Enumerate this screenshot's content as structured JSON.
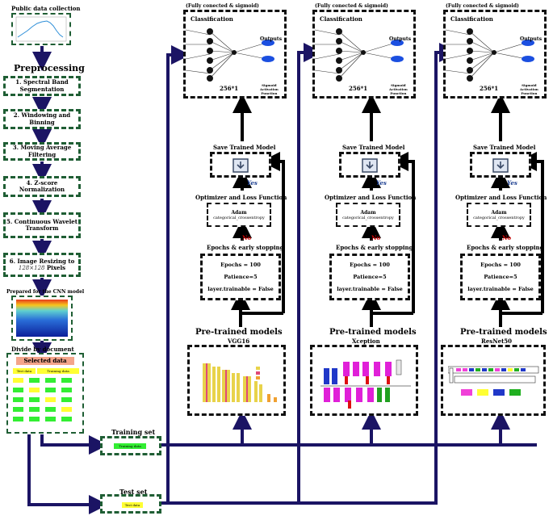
{
  "left": {
    "data_collection": "Public data collection",
    "preprocessing": "Preprocessing",
    "steps": [
      "1. Spectral Band Segmentation",
      "2. Windowing and Binning",
      "3. Moving Average Filtering",
      "4. Z-score Normalization",
      "5. Continuous Wavelet Transform",
      "6. Image Resizing to",
      "128×128",
      "Pixels"
    ],
    "prepared": "Prepared for the CNN model",
    "divide": "Divide by document",
    "selected": "Selected data",
    "test_col": "Test data",
    "train_col": "Training data"
  },
  "sets": {
    "training_set": "Training set",
    "training_data": "Training data",
    "test_set": "Test set",
    "test_data": "Test data"
  },
  "columns": [
    {
      "header": "(Fully conected & sigmoid)",
      "classification": "Classification",
      "size": "256*1",
      "outputs": "Outputs",
      "sigmoid": [
        "Sigmoid",
        "Activation",
        "Function"
      ],
      "save": "Save Trained Model",
      "yes": "Yes",
      "optimizer": "Optimizer and Loss Function",
      "adam": "Adam",
      "loss": "categorical_crossentropy",
      "no": "No",
      "epochs_stop": "Epochs & early stopping",
      "epochs": "Epochs = 100",
      "patience": "Patience=5",
      "trainable": "layer.trainable = False",
      "pretrained": "Pre-trained models",
      "model": "VGG16"
    },
    {
      "header": "(Fully conected & sigmoid)",
      "classification": "Classification",
      "size": "256*1",
      "outputs": "Outputs",
      "sigmoid": [
        "Sigmoid",
        "Activation",
        "Function"
      ],
      "save": "Save Trained Model",
      "yes": "Yes",
      "optimizer": "Optimizer and Loss Function",
      "adam": "Adam",
      "loss": "categorical_crossentropy",
      "no": "No",
      "epochs_stop": "Epochs & early stopping",
      "epochs": "Epochs = 100",
      "patience": "Patience=5",
      "trainable": "layer.trainable = False",
      "pretrained": "Pre-trained models",
      "model": "Xception"
    },
    {
      "header": "(Fully conected & sigmoid)",
      "classification": "Classification",
      "size": "256*1",
      "outputs": "Outputs",
      "sigmoid": [
        "Sigmoid",
        "Activation",
        "Function"
      ],
      "save": "Save Trained Model",
      "yes": "Yes",
      "optimizer": "Optimizer and Loss Function",
      "adam": "Adam",
      "loss": "categorical_crossentropy",
      "no": "No",
      "epochs_stop": "Epochs & early stopping",
      "epochs": "Epochs = 100",
      "patience": "Patience=5",
      "trainable": "layer.trainable = False",
      "pretrained": "Pre-trained models",
      "model": "ResNet50"
    }
  ],
  "colors": {
    "green_border": "#1f5e34",
    "wire": "#1b1464",
    "yes": "#1a3d8f",
    "no": "#cc0000"
  }
}
